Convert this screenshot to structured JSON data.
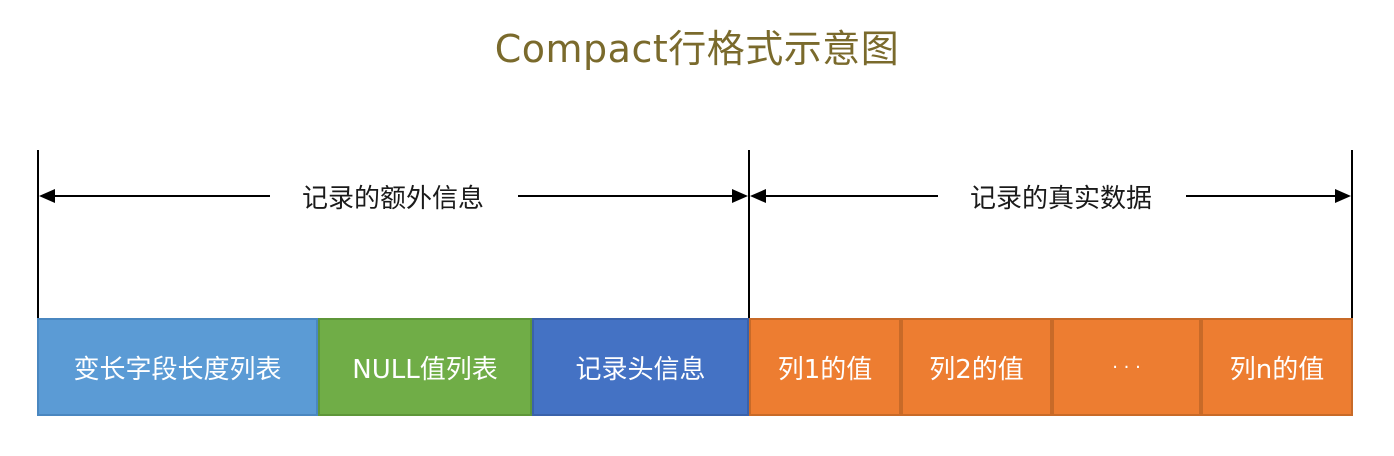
{
  "title": "Compact行格式示意图",
  "spans": {
    "extra_info": "记录的额外信息",
    "real_data": "记录的真实数据"
  },
  "boxes": {
    "var_len_list": "变长字段长度列表",
    "null_list": "NULL值列表",
    "record_header": "记录头信息",
    "col1": "列1的值",
    "col2": "列2的值",
    "ellipsis": "· · ·",
    "coln": "列n的值"
  },
  "colors": {
    "title": "#7a6a2c",
    "var_len_list": "#5b9bd5",
    "null_list": "#70ad47",
    "record_header": "#4472c4",
    "columns": "#ed7d31"
  }
}
